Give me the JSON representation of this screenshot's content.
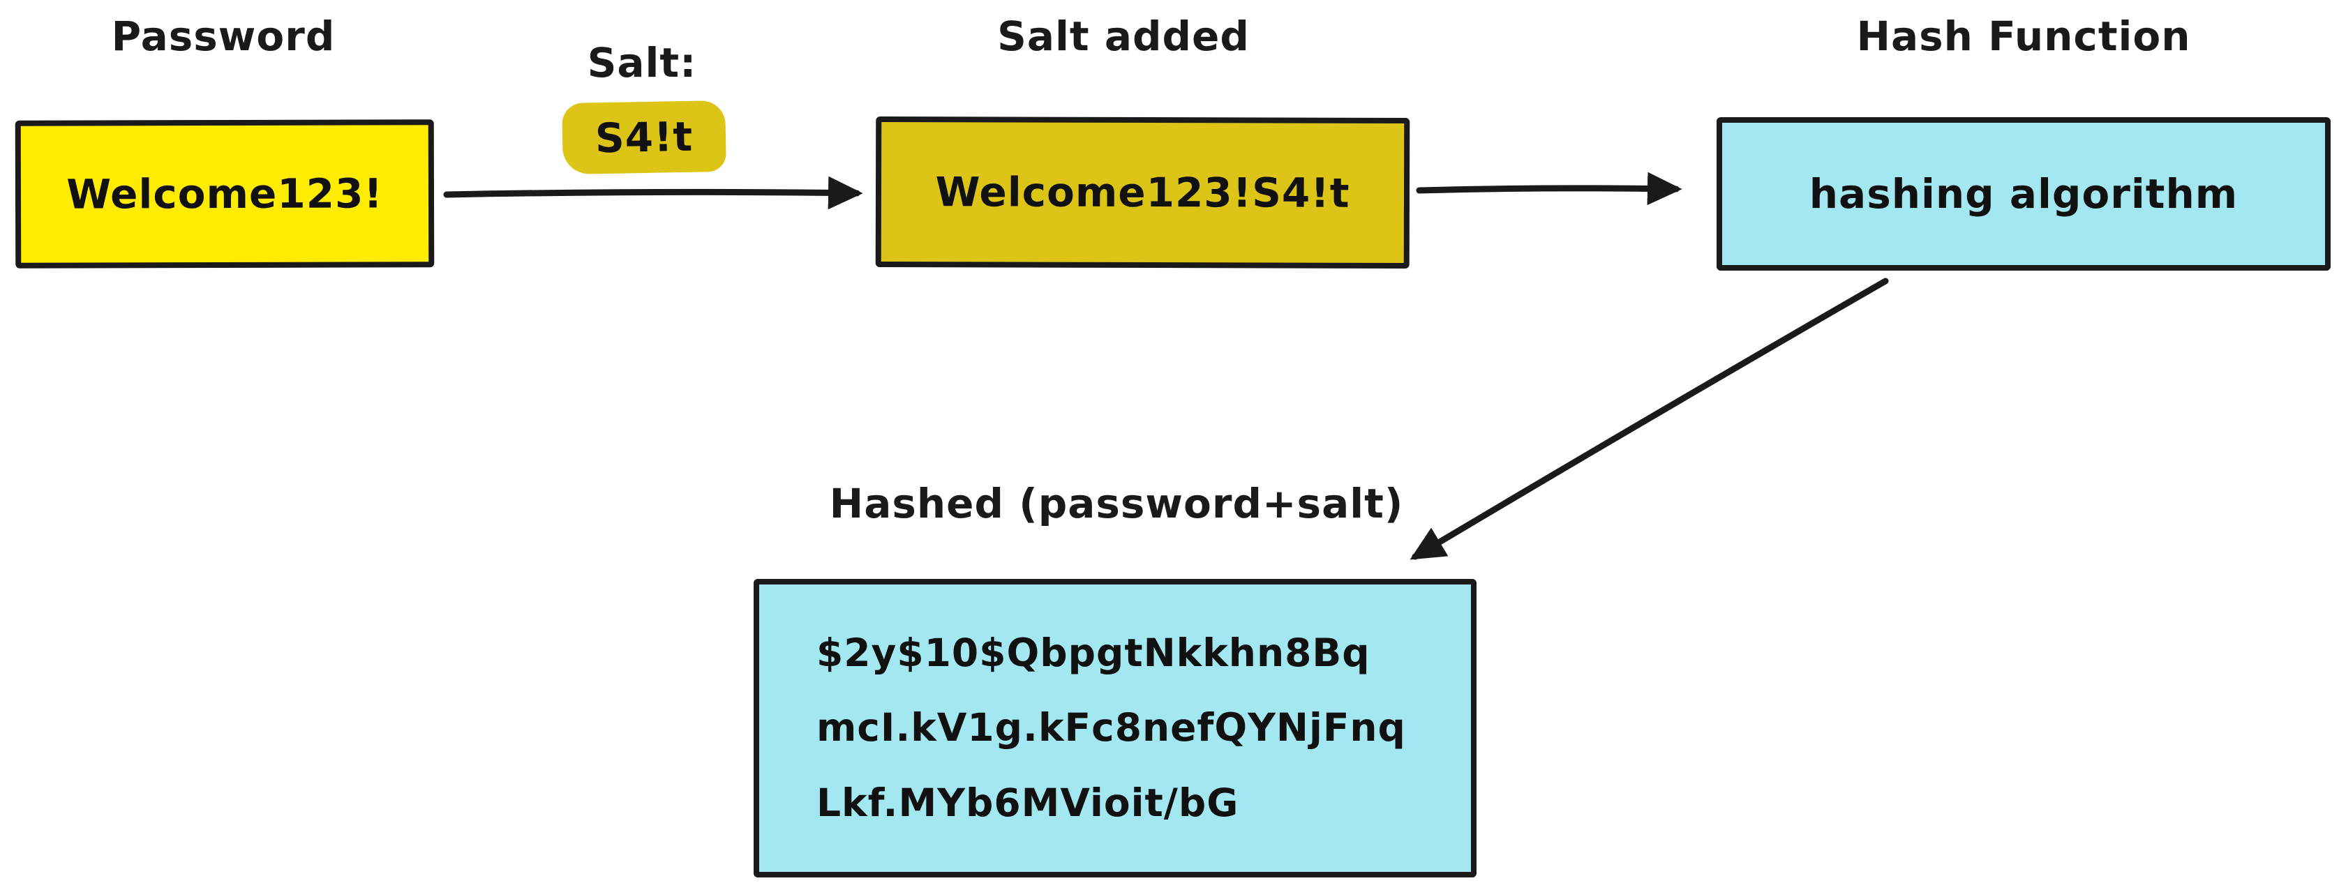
{
  "password": {
    "title": "Password",
    "value": "Welcome123!"
  },
  "salt": {
    "label": "Salt:",
    "value": "S4!t"
  },
  "salt_added": {
    "title": "Salt added",
    "value": "Welcome123!S4!t"
  },
  "hash_function": {
    "title": "Hash Function",
    "value": "hashing algorithm"
  },
  "hashed": {
    "title": "Hashed (password+salt)",
    "lines": {
      "0": "$2y$10$QbpgtNkkhn8Bq",
      "1": "mcI.kV1g.kFc8nefQYNjFnq",
      "2": "Lkf.MYb6MVioit/bG"
    }
  },
  "colors": {
    "ink": "#1a1a1a",
    "password_box": "#ffec02",
    "salt_box": "#dcc517",
    "hash_box": "#a3e7f0",
    "background": "#ffffff"
  }
}
